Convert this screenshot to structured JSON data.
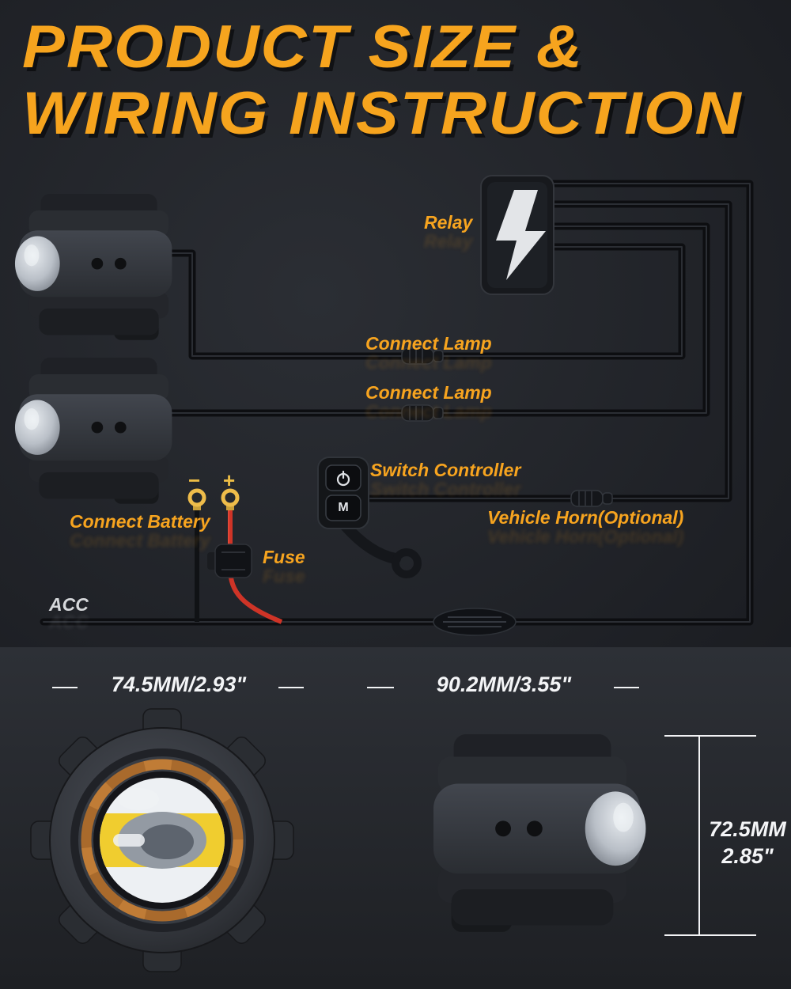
{
  "header": {
    "title_line1": "PRODUCT SIZE &",
    "title_line2": "WIRING INSTRUCTION"
  },
  "wiring": {
    "relay_label": "Relay",
    "connect_lamp_top_label": "Connect Lamp",
    "connect_lamp_bottom_label": "Connect Lamp",
    "switch_controller_label": "Switch Controller",
    "vehicle_horn_label": "Vehicle Horn(Optional)",
    "connect_battery_label": "Connect Battery",
    "fuse_label": "Fuse",
    "acc_label": "ACC",
    "negative_symbol": "−",
    "positive_symbol": "+",
    "switch_mode_label": "M",
    "icons": {
      "switch_power": "power-icon"
    }
  },
  "size_section": {
    "front_diameter_label": "74.5MM/2.93\"",
    "side_width_label": "90.2MM/3.55\"",
    "side_height_label_line1": "72.5MM",
    "side_height_label_line2": "2.85\""
  },
  "colors": {
    "accent_orange": "#F7A41F",
    "background_dark": "#1B1D21",
    "panel_dark": "#26282C",
    "wire_black": "#0D0E11",
    "wire_red": "#CF3427",
    "dimension_white": "#F4F5F7",
    "terminal_yellow": "#EEBC4A"
  }
}
